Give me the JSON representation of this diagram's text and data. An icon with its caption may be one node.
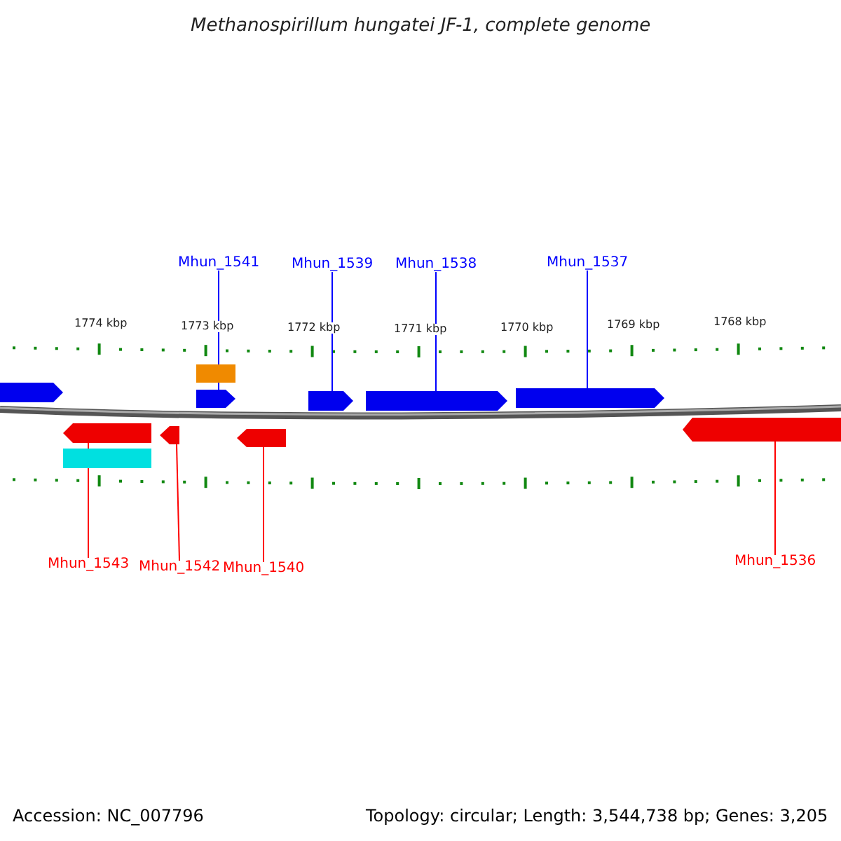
{
  "diagram": {
    "title": "Methanospirillum hungatei JF-1, complete genome",
    "nodes": [
      {
        "text": [
          "Mhun_1541"
        ]
      },
      {
        "text": [
          "Mhun_1539"
        ]
      },
      {
        "text": [
          "Mhun_1538"
        ]
      },
      {
        "text": [
          "Mhun_1537"
        ]
      },
      {
        "text": [],
        "shape": "bar"
      },
      {
        "text": [],
        "shape": "arrow"
      },
      {
        "text": [],
        "shape": "arrow"
      },
      {
        "text": [],
        "shape": "arrow"
      },
      {
        "text": [],
        "shape": "arrow"
      },
      {
        "text": [],
        "shape": "arrow"
      },
      {
        "text": [],
        "shape": "arrow"
      },
      {
        "text": [],
        "shape": "arrow"
      },
      {
        "text": [],
        "shape": "arrow"
      },
      {
        "text": [],
        "shape": "arrow"
      },
      {
        "text": [],
        "shape": "bar"
      },
      {
        "text": [
          "Mhun_1543"
        ]
      },
      {
        "text": [
          "Mhun_1542"
        ]
      },
      {
        "text": [
          "Mhun_1540"
        ]
      },
      {
        "text": [
          "Mhun_1536"
        ]
      }
    ],
    "edges": [
      {
        "from": 0,
        "to": 6,
        "arrow": "none",
        "color": "#0000ff"
      },
      {
        "from": 1,
        "to": 7,
        "arrow": "none",
        "color": "#0000ff"
      },
      {
        "from": 2,
        "to": 8,
        "arrow": "none",
        "color": "#0000ff"
      },
      {
        "from": 3,
        "to": 9,
        "arrow": "none",
        "color": "#0000ff"
      },
      {
        "from": 15,
        "to": 10,
        "arrow": "none",
        "color": "#ff0000"
      },
      {
        "from": 16,
        "to": 11,
        "arrow": "none",
        "color": "#ff0000"
      },
      {
        "from": 17,
        "to": 12,
        "arrow": "none",
        "color": "#ff0000"
      },
      {
        "from": 18,
        "to": 13,
        "arrow": "none",
        "color": "#ff0000"
      }
    ],
    "labels": [
      "1774 kbp",
      "1773 kbp",
      "1772 kbp",
      "1771 kbp",
      "1770 kbp",
      "1769 kbp",
      "1768 kbp",
      "Accession: NC_007796",
      "Topology: circular; Length: 3,544,738 bp; Genes: 3,205"
    ]
  }
}
